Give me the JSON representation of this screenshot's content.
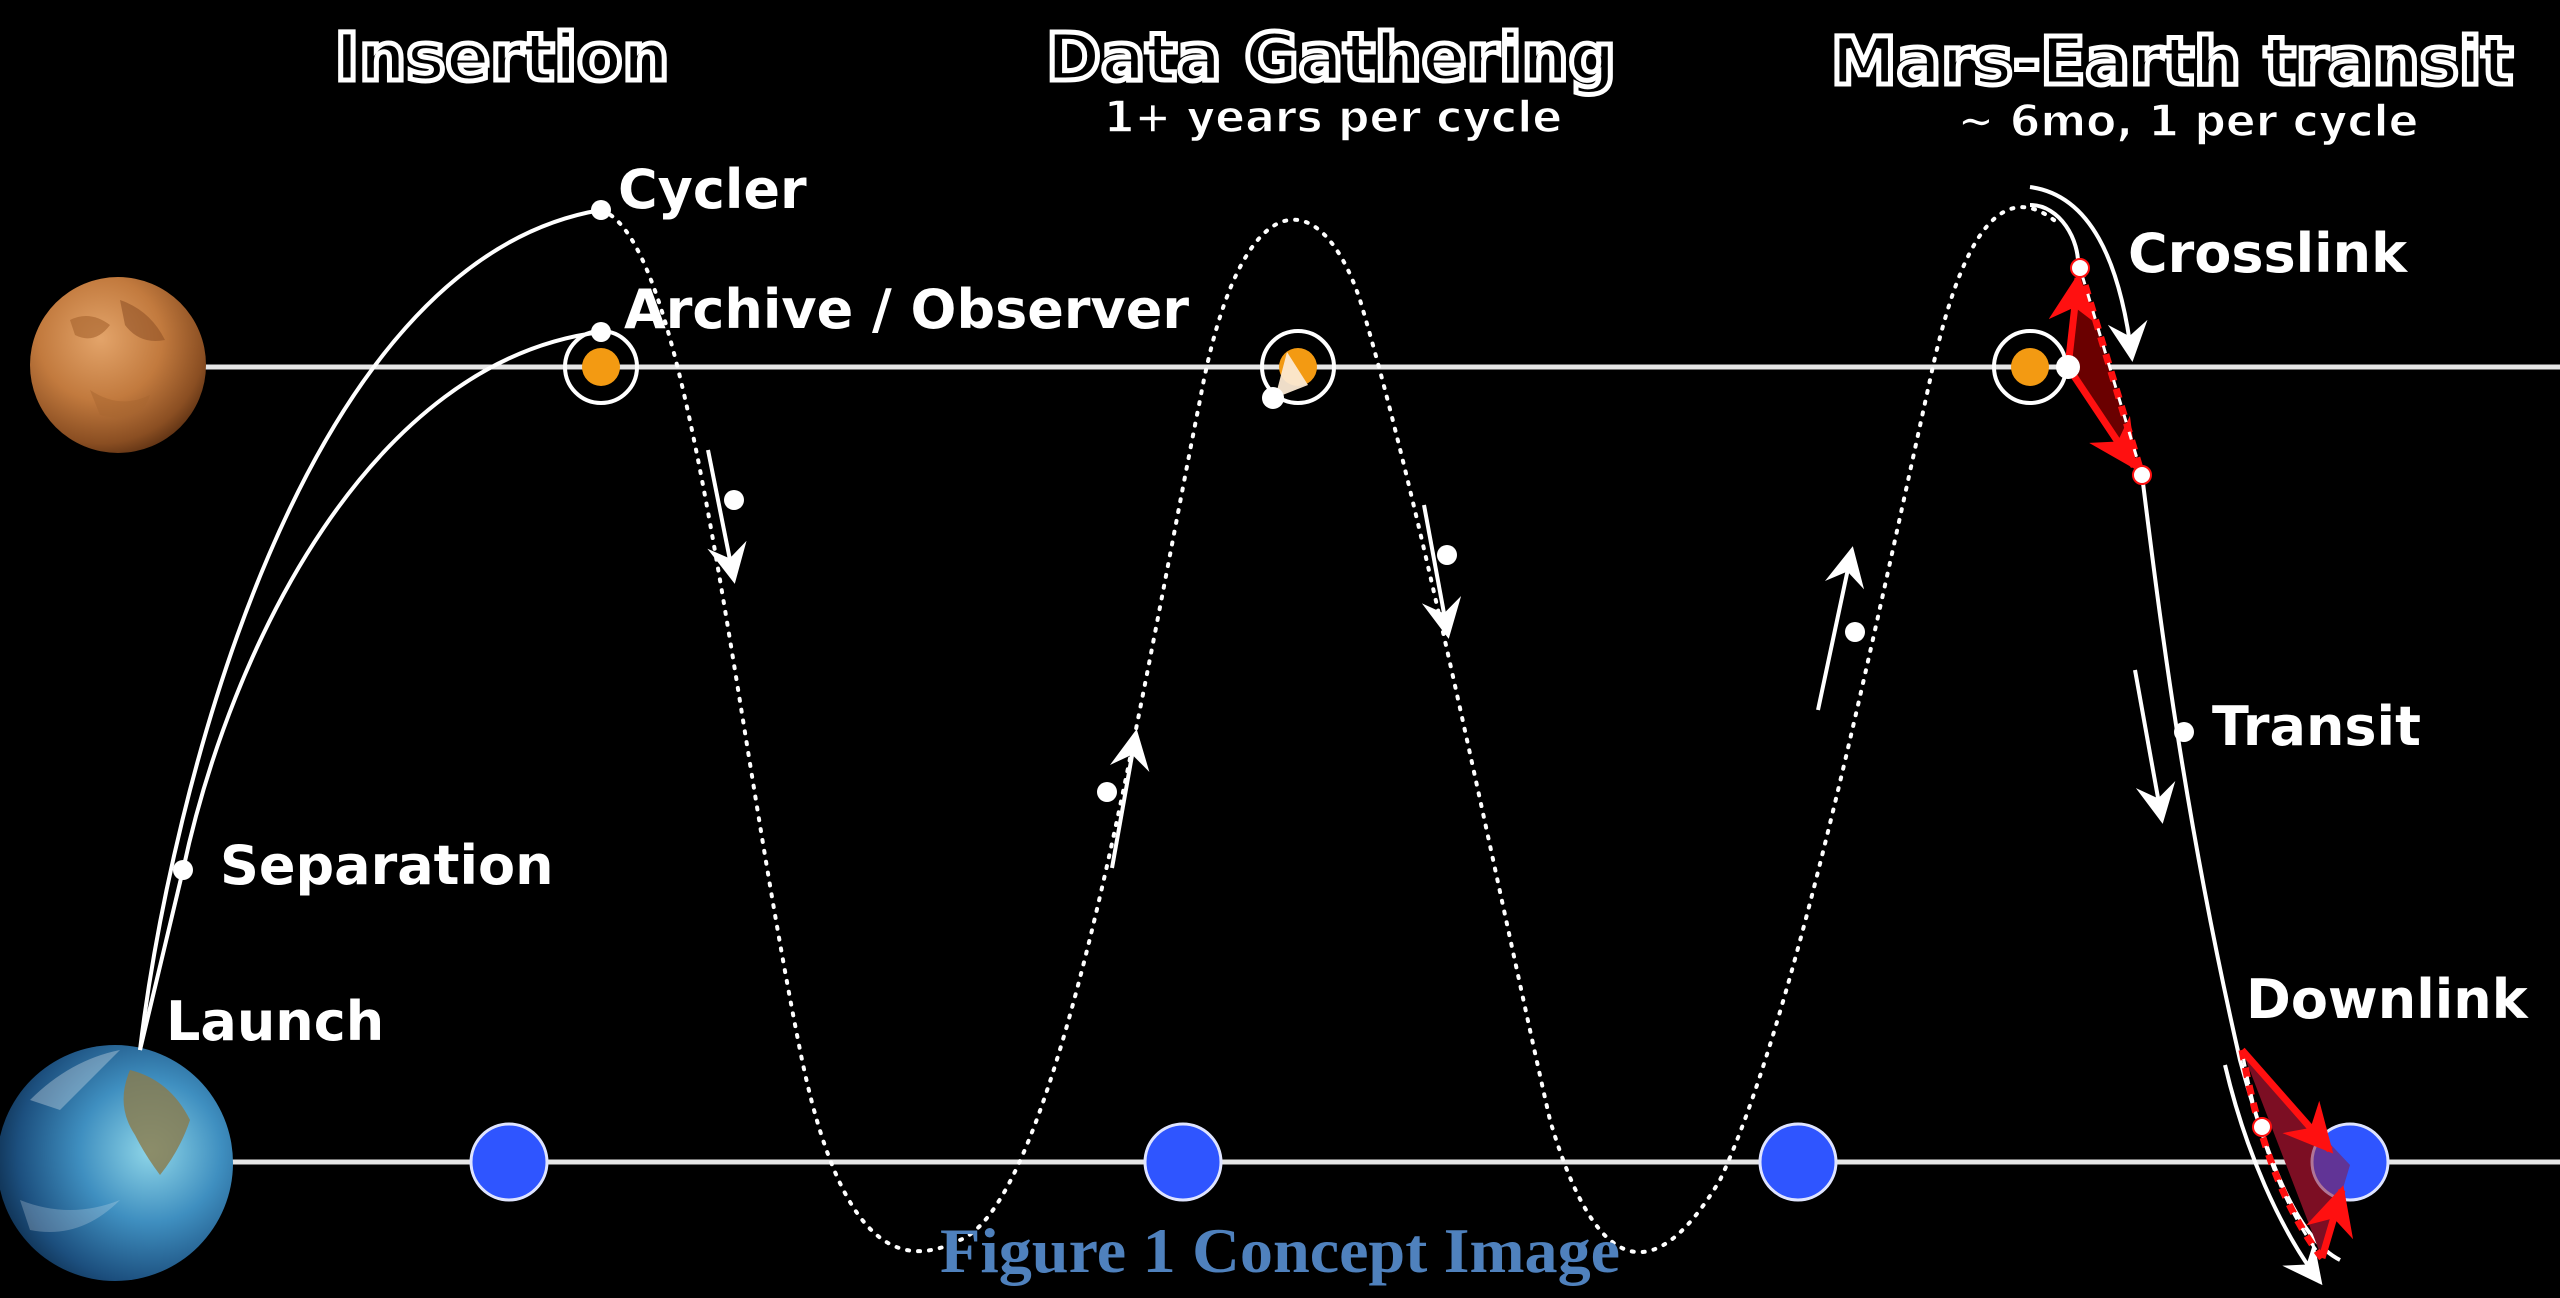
{
  "diagram": {
    "phases": [
      {
        "title": "Insertion",
        "subtitle": ""
      },
      {
        "title": "Data Gathering",
        "subtitle": "1+ years per cycle"
      },
      {
        "title": "Mars-Earth transit",
        "subtitle": "~ 6mo, 1 per cycle"
      }
    ],
    "labels": {
      "cycler": "Cycler",
      "archive_observer": "Archive / Observer",
      "separation": "Separation",
      "launch": "Launch",
      "crosslink": "Crosslink",
      "transit": "Transit",
      "downlink": "Downlink"
    },
    "bodies": {
      "mars": "Mars",
      "earth": "Earth"
    },
    "caption": "Figure 1 Concept Image",
    "colors": {
      "background": "#000000",
      "line": "#ffffff",
      "observer": "#f39a12",
      "earth_position": "#2f55ff",
      "link": "#ff1010",
      "link_fill": "#6a0000",
      "caption": "#4F81BD"
    }
  }
}
